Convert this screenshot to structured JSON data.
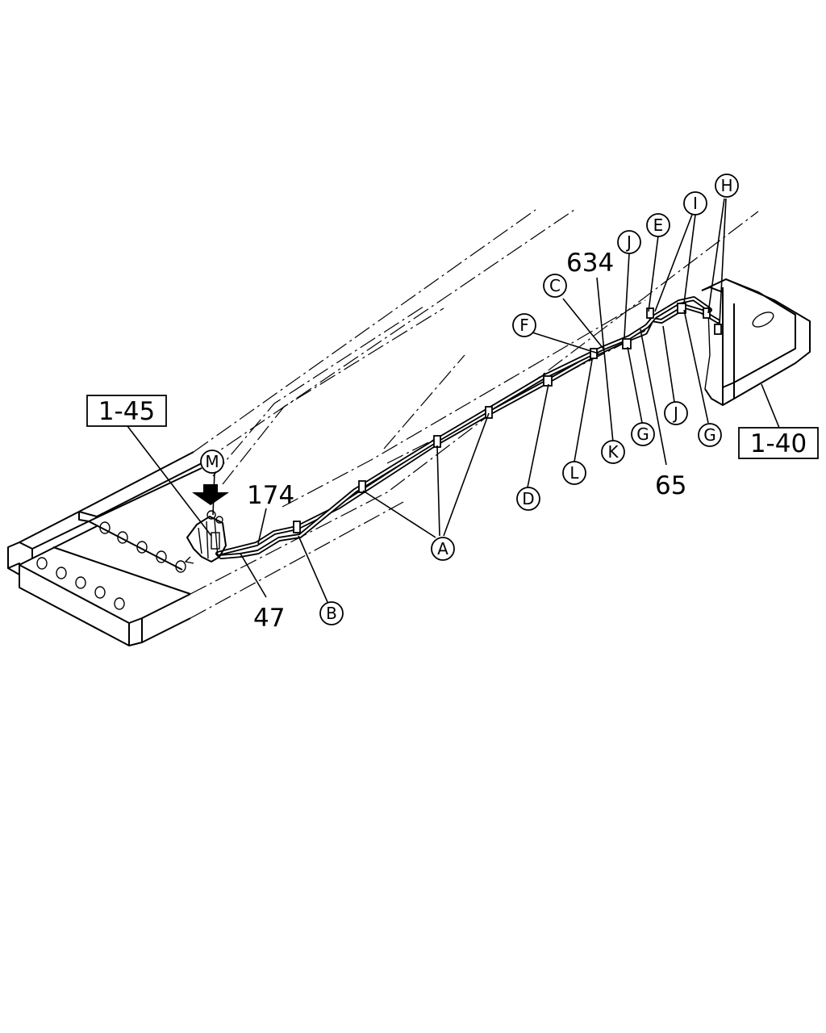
{
  "ref_boxes": {
    "left": "1-45",
    "right": "1-40"
  },
  "part_numbers": {
    "p174": "174",
    "p47": "47",
    "p634": "634",
    "p65": "65"
  },
  "callouts": {
    "M": "M",
    "A": "A",
    "B": "B",
    "C": "C",
    "D": "D",
    "E": "E",
    "F": "F",
    "G1": "G",
    "G2": "G",
    "H": "H",
    "I": "I",
    "J1": "J",
    "J2": "J",
    "K": "K",
    "L": "L"
  },
  "icons": {
    "arrow": "down-arrow-icon"
  }
}
